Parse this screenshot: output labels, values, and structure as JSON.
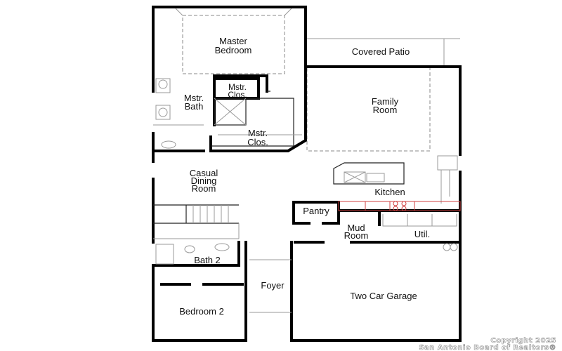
{
  "rooms": {
    "master_bedroom": {
      "lines": [
        "Master",
        "Bedroom"
      ]
    },
    "covered_patio": {
      "lines": [
        "Covered Patio"
      ]
    },
    "mstr_clos_small": {
      "lines": [
        "Mstr.",
        "Clos."
      ]
    },
    "mstr_bath": {
      "lines": [
        "Mstr.",
        "Bath"
      ]
    },
    "family_room": {
      "lines": [
        "Family",
        "Room"
      ]
    },
    "mstr_clos_large": {
      "lines": [
        "Mstr.",
        "Clos."
      ]
    },
    "casual_dining": {
      "lines": [
        "Casual",
        "Dining",
        "Room"
      ]
    },
    "kitchen": {
      "lines": [
        "Kitchen"
      ]
    },
    "pantry": {
      "lines": [
        "Pantry"
      ]
    },
    "mud_room": {
      "lines": [
        "Mud",
        "Room"
      ]
    },
    "util": {
      "lines": [
        "Util."
      ]
    },
    "bath_2": {
      "lines": [
        "Bath 2"
      ]
    },
    "foyer": {
      "lines": [
        "Foyer"
      ]
    },
    "garage": {
      "lines": [
        "Two Car Garage"
      ]
    },
    "bedroom_2": {
      "lines": [
        "Bedroom 2"
      ]
    }
  },
  "watermark": {
    "line1": "Copyright 2025",
    "line2": "San Antonio Board of Realtors®"
  },
  "colors": {
    "walls": "#000000",
    "kitchen_counter": "#d04040",
    "fixtures": "#9a9a9a"
  }
}
